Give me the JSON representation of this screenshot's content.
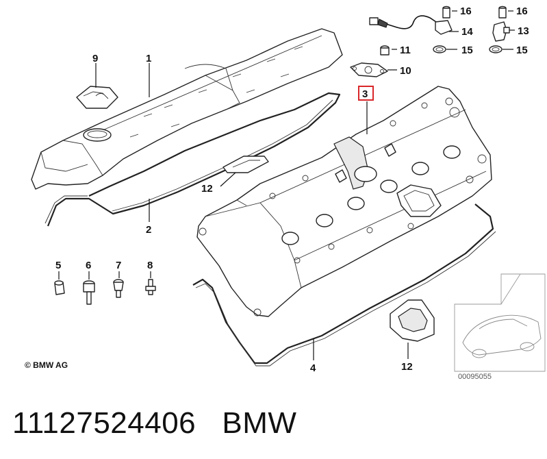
{
  "callouts": {
    "c1": "1",
    "c2": "2",
    "c3": "3",
    "c4": "4",
    "c5": "5",
    "c6": "6",
    "c7": "7",
    "c8": "8",
    "c9": "9",
    "c10": "10",
    "c11": "11",
    "c12a": "12",
    "c12b": "12",
    "c13": "13",
    "c14": "14",
    "c15a": "15",
    "c15b": "15",
    "c16a": "16",
    "c16b": "16"
  },
  "highlight_color": "#d9262a",
  "copyright": "© BMW AG",
  "figure_id": "00095055",
  "part_number": "11127524406",
  "brand": "BMW"
}
